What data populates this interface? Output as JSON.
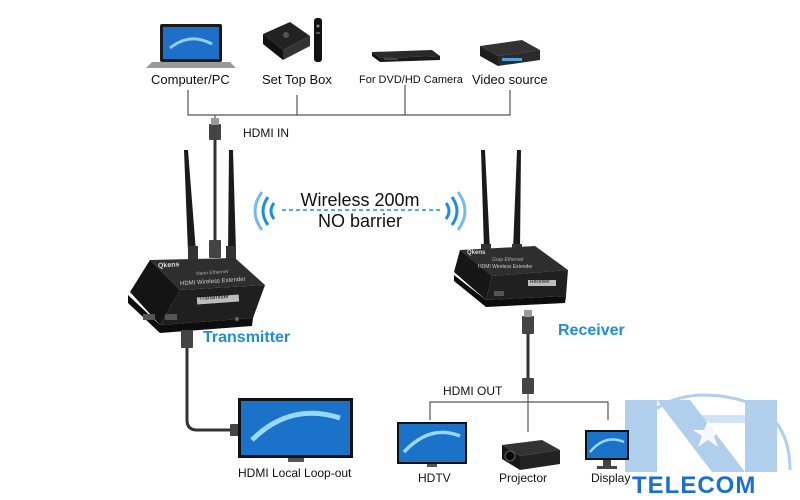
{
  "sources": [
    {
      "label": "Computer/PC",
      "icon": "laptop-icon"
    },
    {
      "label": "Set Top Box",
      "icon": "set-top-box-icon"
    },
    {
      "label": "For DVD/HD Camera",
      "icon": "dvd-player-icon"
    },
    {
      "label": "Video source",
      "icon": "media-player-icon"
    }
  ],
  "hdmi_in": "HDMI IN",
  "wireless": {
    "line1": "Wireless 200m",
    "line2": "NO barrier"
  },
  "transmitter": {
    "brand": "Qkens",
    "model_small": "Nano Ethernet",
    "model": "HDMI Wireless Extender",
    "tag": "Transmitter",
    "label": "Transmitter"
  },
  "receiver": {
    "brand": "Qkens",
    "model_small": "Grap Ethernet",
    "model": "HDMI Wireless Extender",
    "tag": "Receiver",
    "label": "Receiver"
  },
  "hdmi_out": "HDMI OUT",
  "loop_out": "HDMI Local Loop-out",
  "outputs": [
    {
      "label": "HDTV",
      "icon": "tv-icon"
    },
    {
      "label": "Projector",
      "icon": "projector-icon"
    },
    {
      "label": "Display",
      "icon": "monitor-icon"
    }
  ],
  "watermark": "TELECOM",
  "colors": {
    "accent": "#1e8fd6",
    "wifi": "#1e8fd6",
    "device": "#1c1c1c",
    "watermark": "#1a6fd0"
  }
}
